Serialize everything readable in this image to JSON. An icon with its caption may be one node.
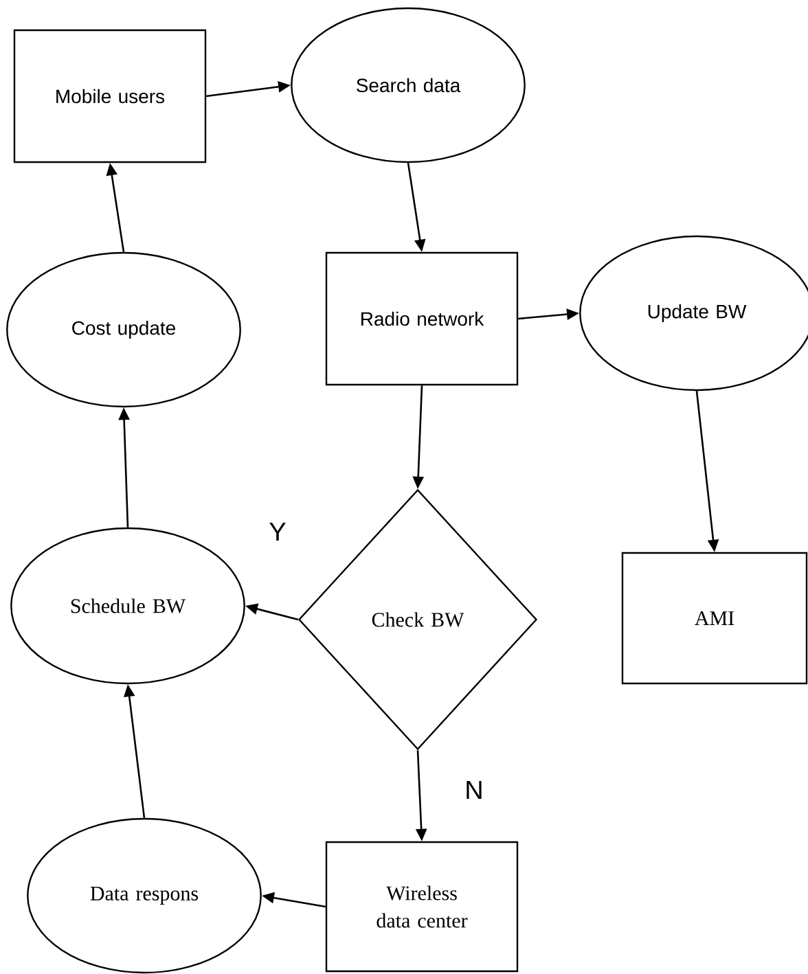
{
  "diagram": {
    "nodes": [
      {
        "text": [
          "Mobile users"
        ]
      },
      {
        "text": [
          "Search data"
        ]
      },
      {
        "text": [
          "Radio network"
        ]
      },
      {
        "text": [
          "Update BW"
        ]
      },
      {
        "text": [
          "Cost update"
        ]
      },
      {
        "text": [
          "Check BW"
        ]
      },
      {
        "text": [
          "Schedule BW"
        ]
      },
      {
        "text": [
          "AMI"
        ]
      },
      {
        "text": [
          "Data respons"
        ]
      },
      {
        "text": [
          "Wireless data center"
        ]
      }
    ],
    "edges": [
      {
        "from": 0,
        "to": 1,
        "arrow": "to"
      },
      {
        "from": 1,
        "to": 2,
        "arrow": "to"
      },
      {
        "from": 2,
        "to": 3,
        "arrow": "to"
      },
      {
        "from": 3,
        "to": 7,
        "arrow": "to"
      },
      {
        "from": 2,
        "to": 5,
        "arrow": "to"
      },
      {
        "from": 5,
        "to": 6,
        "arrow": "to",
        "label": "Y"
      },
      {
        "from": 5,
        "to": 9,
        "arrow": "to",
        "label": "N"
      },
      {
        "from": 9,
        "to": 8,
        "arrow": "to"
      },
      {
        "from": 8,
        "to": 6,
        "arrow": "to"
      },
      {
        "from": 6,
        "to": 4,
        "arrow": "to"
      },
      {
        "from": 4,
        "to": 0,
        "arrow": "to"
      }
    ]
  }
}
